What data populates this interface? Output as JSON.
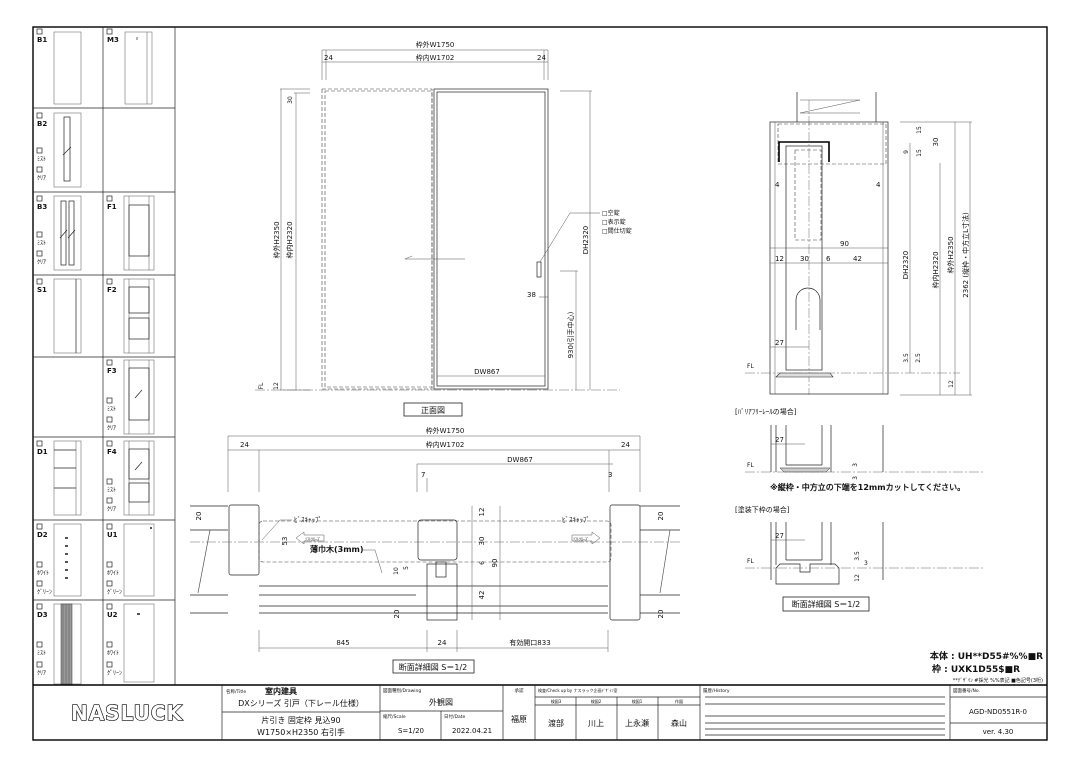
{
  "variants": {
    "checkbox_mist": "ﾐｽﾄ",
    "checkbox_clear": "ｸﾘｱ",
    "checkbox_white": "ﾎﾜｲﾄ",
    "checkbox_green": "ｸﾞﾘｰﾝ",
    "left": [
      "B1",
      "B2",
      "B3",
      "S1",
      "D1",
      "D2",
      "D3"
    ],
    "right": [
      "M3",
      "F1",
      "F2",
      "F3",
      "F4",
      "U1",
      "U2"
    ]
  },
  "front_view": {
    "outer_width": "枠外W1750",
    "inner_width": "枠内W1702",
    "side_left": "24",
    "side_right": "24",
    "outer_height": "枠外H2350",
    "inner_height": "枠内H2320",
    "top_dim": "30",
    "bottom_dim": "12",
    "fl": "FL",
    "door_height": "DH2320",
    "handle_height": "930(引手中心)",
    "handle_offset": "38",
    "door_width": "DW867",
    "lock_options": [
      "□空錠",
      "□表示錠",
      "□間仕切錠"
    ],
    "caption": "正面図"
  },
  "plan_section": {
    "outer_width": "枠外W1750",
    "inner_width": "枠内W1702",
    "side_left": "24",
    "side_right": "24",
    "door_width": "DW867",
    "gap_left": "7",
    "gap_right": "3",
    "screw_cap_left": "ﾋﾞｽｷｬｯﾌﾟ",
    "screw_cap_right": "ﾋﾞｽｷｬｯﾌﾟ",
    "soft_close_left": "ｿﾌﾄｸﾛｰｽﾞ",
    "soft_close_right": "ｿﾌﾄｸﾛｰｽﾞ",
    "baseboard": "薄巾木(3mm)",
    "dim_53": "53",
    "dim_12": "12",
    "dim_30": "30",
    "dim_6": "6",
    "dim_42": "42",
    "dim_90": "90",
    "dim_10": "10",
    "dim_5": "5",
    "dim_20": "20",
    "bottom_845": "845",
    "bottom_24": "24",
    "bottom_opening": "有効開口833",
    "caption": "断面詳細図 S＝1/2"
  },
  "vertical_section": {
    "dim_15a": "15",
    "dim_15b": "15",
    "dim_9": "9",
    "dim_30": "30",
    "dim_4l": "4",
    "dim_4r": "4",
    "dim_90": "90",
    "dim_12": "12",
    "dim_30b": "30",
    "dim_6": "6",
    "dim_42": "42",
    "door_height": "DH2320",
    "inner_height": "枠内H2320",
    "outer_height": "枠外H2350",
    "jamb_length": "2362 (縦枠・中方立L寸法)",
    "dim_27": "27",
    "dim_35": "3.5",
    "dim_25": "2.5",
    "dim_12b": "12",
    "fl": "FL",
    "barrier_free_title": "[ﾊﾞﾘｱﾌﾘｰﾚｰﾙの場合]",
    "bf_27": "27",
    "bf_3": "3",
    "bf_3b": "3",
    "note": "※縦枠・中方立の下端を12mmカットしてください。",
    "painted_title": "[塗装下枠の場合]",
    "pt_27": "27",
    "pt_35": "3.5",
    "pt_3": "3",
    "pt_12": "12",
    "caption": "断面詳細図 S＝1/2"
  },
  "product_codes": {
    "body": "本体 : UH**D55#%%■R",
    "frame": "枠 : UXK1D55$■R",
    "legend": "**ﾃﾞｻﾞｲﾝ #採光 %%表記 ■色記号(3桁)"
  },
  "title_block": {
    "logo": "NASLUCK",
    "title_label": "名称/Title",
    "title_1": "室内建具",
    "title_2": "DXシリーズ 引戸（下レール仕様）",
    "title_3": "片引き 固定枠 見込90",
    "title_4": "W1750×H2350 右引手",
    "drawing_label": "図面種別/Drawing",
    "drawing": "外観図",
    "scale_label": "縮尺/Scale",
    "scale": "S=1/20",
    "date_label": "日付/Date",
    "date": "2022.04.21",
    "approval_label": "承認",
    "approval": "福原",
    "check_label": "検査/Check up by ナスラック企画ﾃﾞｻﾞｲﾝ室",
    "check_headers": [
      "検図3",
      "検図2",
      "検図1",
      "作図"
    ],
    "check_names": [
      "渡部",
      "川上",
      "上永瀬",
      "森山"
    ],
    "history_label": "履歴/History",
    "number_label": "図面番号/No.",
    "number": "AGD-ND0551R-0",
    "version": "ver. 4.30"
  }
}
